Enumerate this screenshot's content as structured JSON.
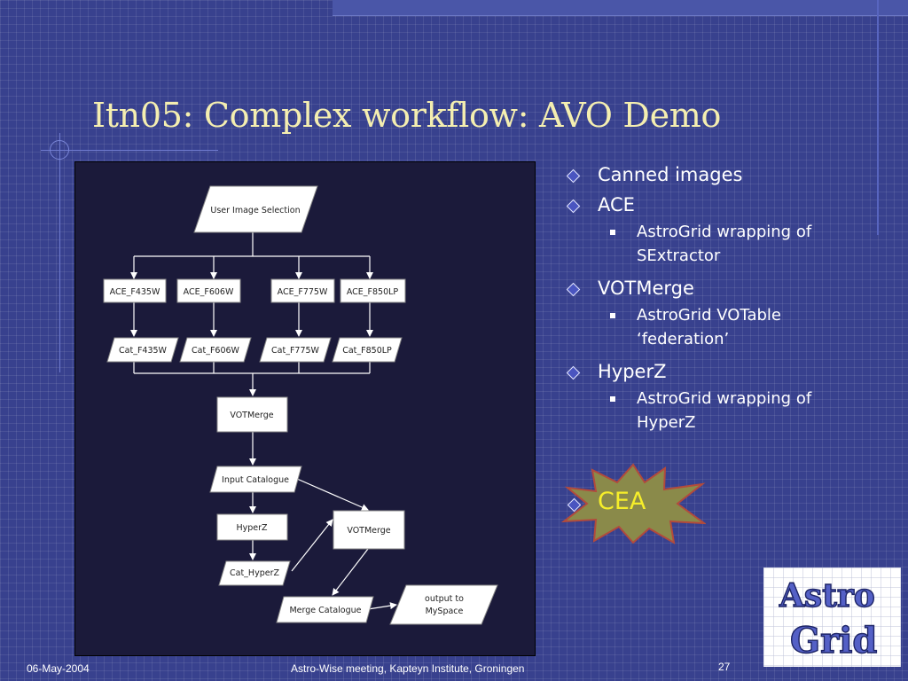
{
  "slide": {
    "title": "Itn05: Complex workflow: AVO Demo"
  },
  "diagram": {
    "nodes": {
      "user_image_selection": "User Image Selection",
      "ace_f435w": "ACE_F435W",
      "ace_f606w": "ACE_F606W",
      "ace_f775w": "ACE_F775W",
      "ace_f850lp": "ACE_F850LP",
      "cat_f435w": "Cat_F435W",
      "cat_f606w": "Cat_F606W",
      "cat_f775w": "Cat_F775W",
      "cat_f850lp": "Cat_F850LP",
      "votmerge_1": "VOTMerge",
      "input_catalogue": "Input Catalogue",
      "hyperz": "HyperZ",
      "votmerge_2": "VOTMerge",
      "cat_hyperz": "Cat_HyperZ",
      "merge_catalogue": "Merge Catalogue",
      "output_line1": "output to",
      "output_line2": "MySpace"
    }
  },
  "bullets": {
    "canned_images": "Canned images",
    "ace": "ACE",
    "ace_sub": "AstroGrid wrapping of SExtractor",
    "votmerge": "VOTMerge",
    "votmerge_sub": "AstroGrid VOTable ‘federation’",
    "hyperz": "HyperZ",
    "hyperz_sub": "AstroGrid wrapping of HyperZ",
    "cea": "CEA"
  },
  "logo": {
    "line1": "Astro",
    "line2": "Grid"
  },
  "footer": {
    "date": "06-May-2004",
    "event": "Astro-Wise meeting, Kapteyn Institute, Groningen",
    "page": "27"
  },
  "colors": {
    "background": "#38418e",
    "title": "#f4eeb0",
    "cea_label": "#f6ee2a",
    "starburst_fill": "#8a8a4a",
    "starburst_stroke": "#b24a3c"
  }
}
